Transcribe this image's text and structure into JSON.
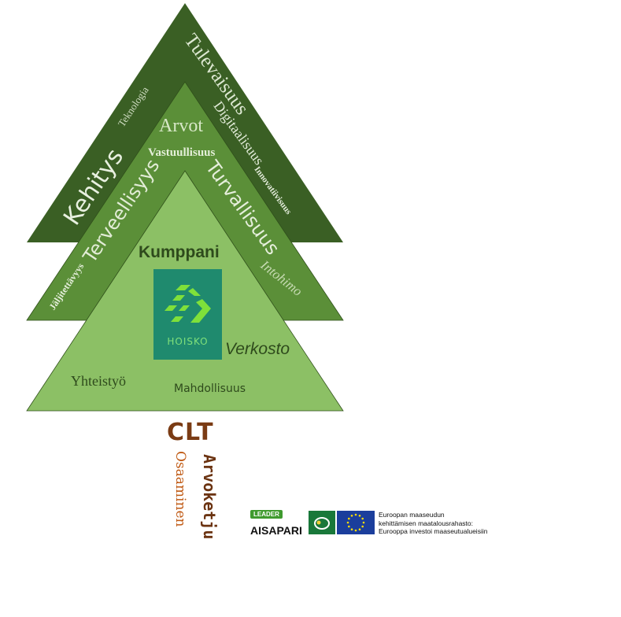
{
  "outer_layer": {
    "words": [
      "Tulevaisuus",
      "Teknologia",
      "Digitaalisuus",
      "Kehitys",
      "Innovatiivisuus"
    ],
    "color": "#3a5f24"
  },
  "middle_layer": {
    "words": [
      "Arvot",
      "Vastuullisuus",
      "Terveellisyys",
      "Turvallisuus",
      "Jäljitettävyys",
      "Intohimo"
    ],
    "color": "#5b8f38"
  },
  "inner_layer": {
    "words": [
      "Kumppani",
      "Verkosto",
      "Yhteistyö",
      "Mahdollisuus"
    ],
    "color": "#8cc065"
  },
  "logo": {
    "name": "HOISKO",
    "bg_color": "#1f8a6e",
    "mark_color": "#7fe03a"
  },
  "trunk": {
    "title": "CLT",
    "vertical_left": "Osaaminen",
    "vertical_right": "Arvoketju"
  },
  "funding": {
    "leader_badge": "LEADER",
    "group_name": "AISAPARI",
    "eu_text": [
      "Euroopan maaseudun",
      "kehittämisen maatalousrahasto:",
      "Eurooppa investoi maaseutualueisiin"
    ]
  }
}
